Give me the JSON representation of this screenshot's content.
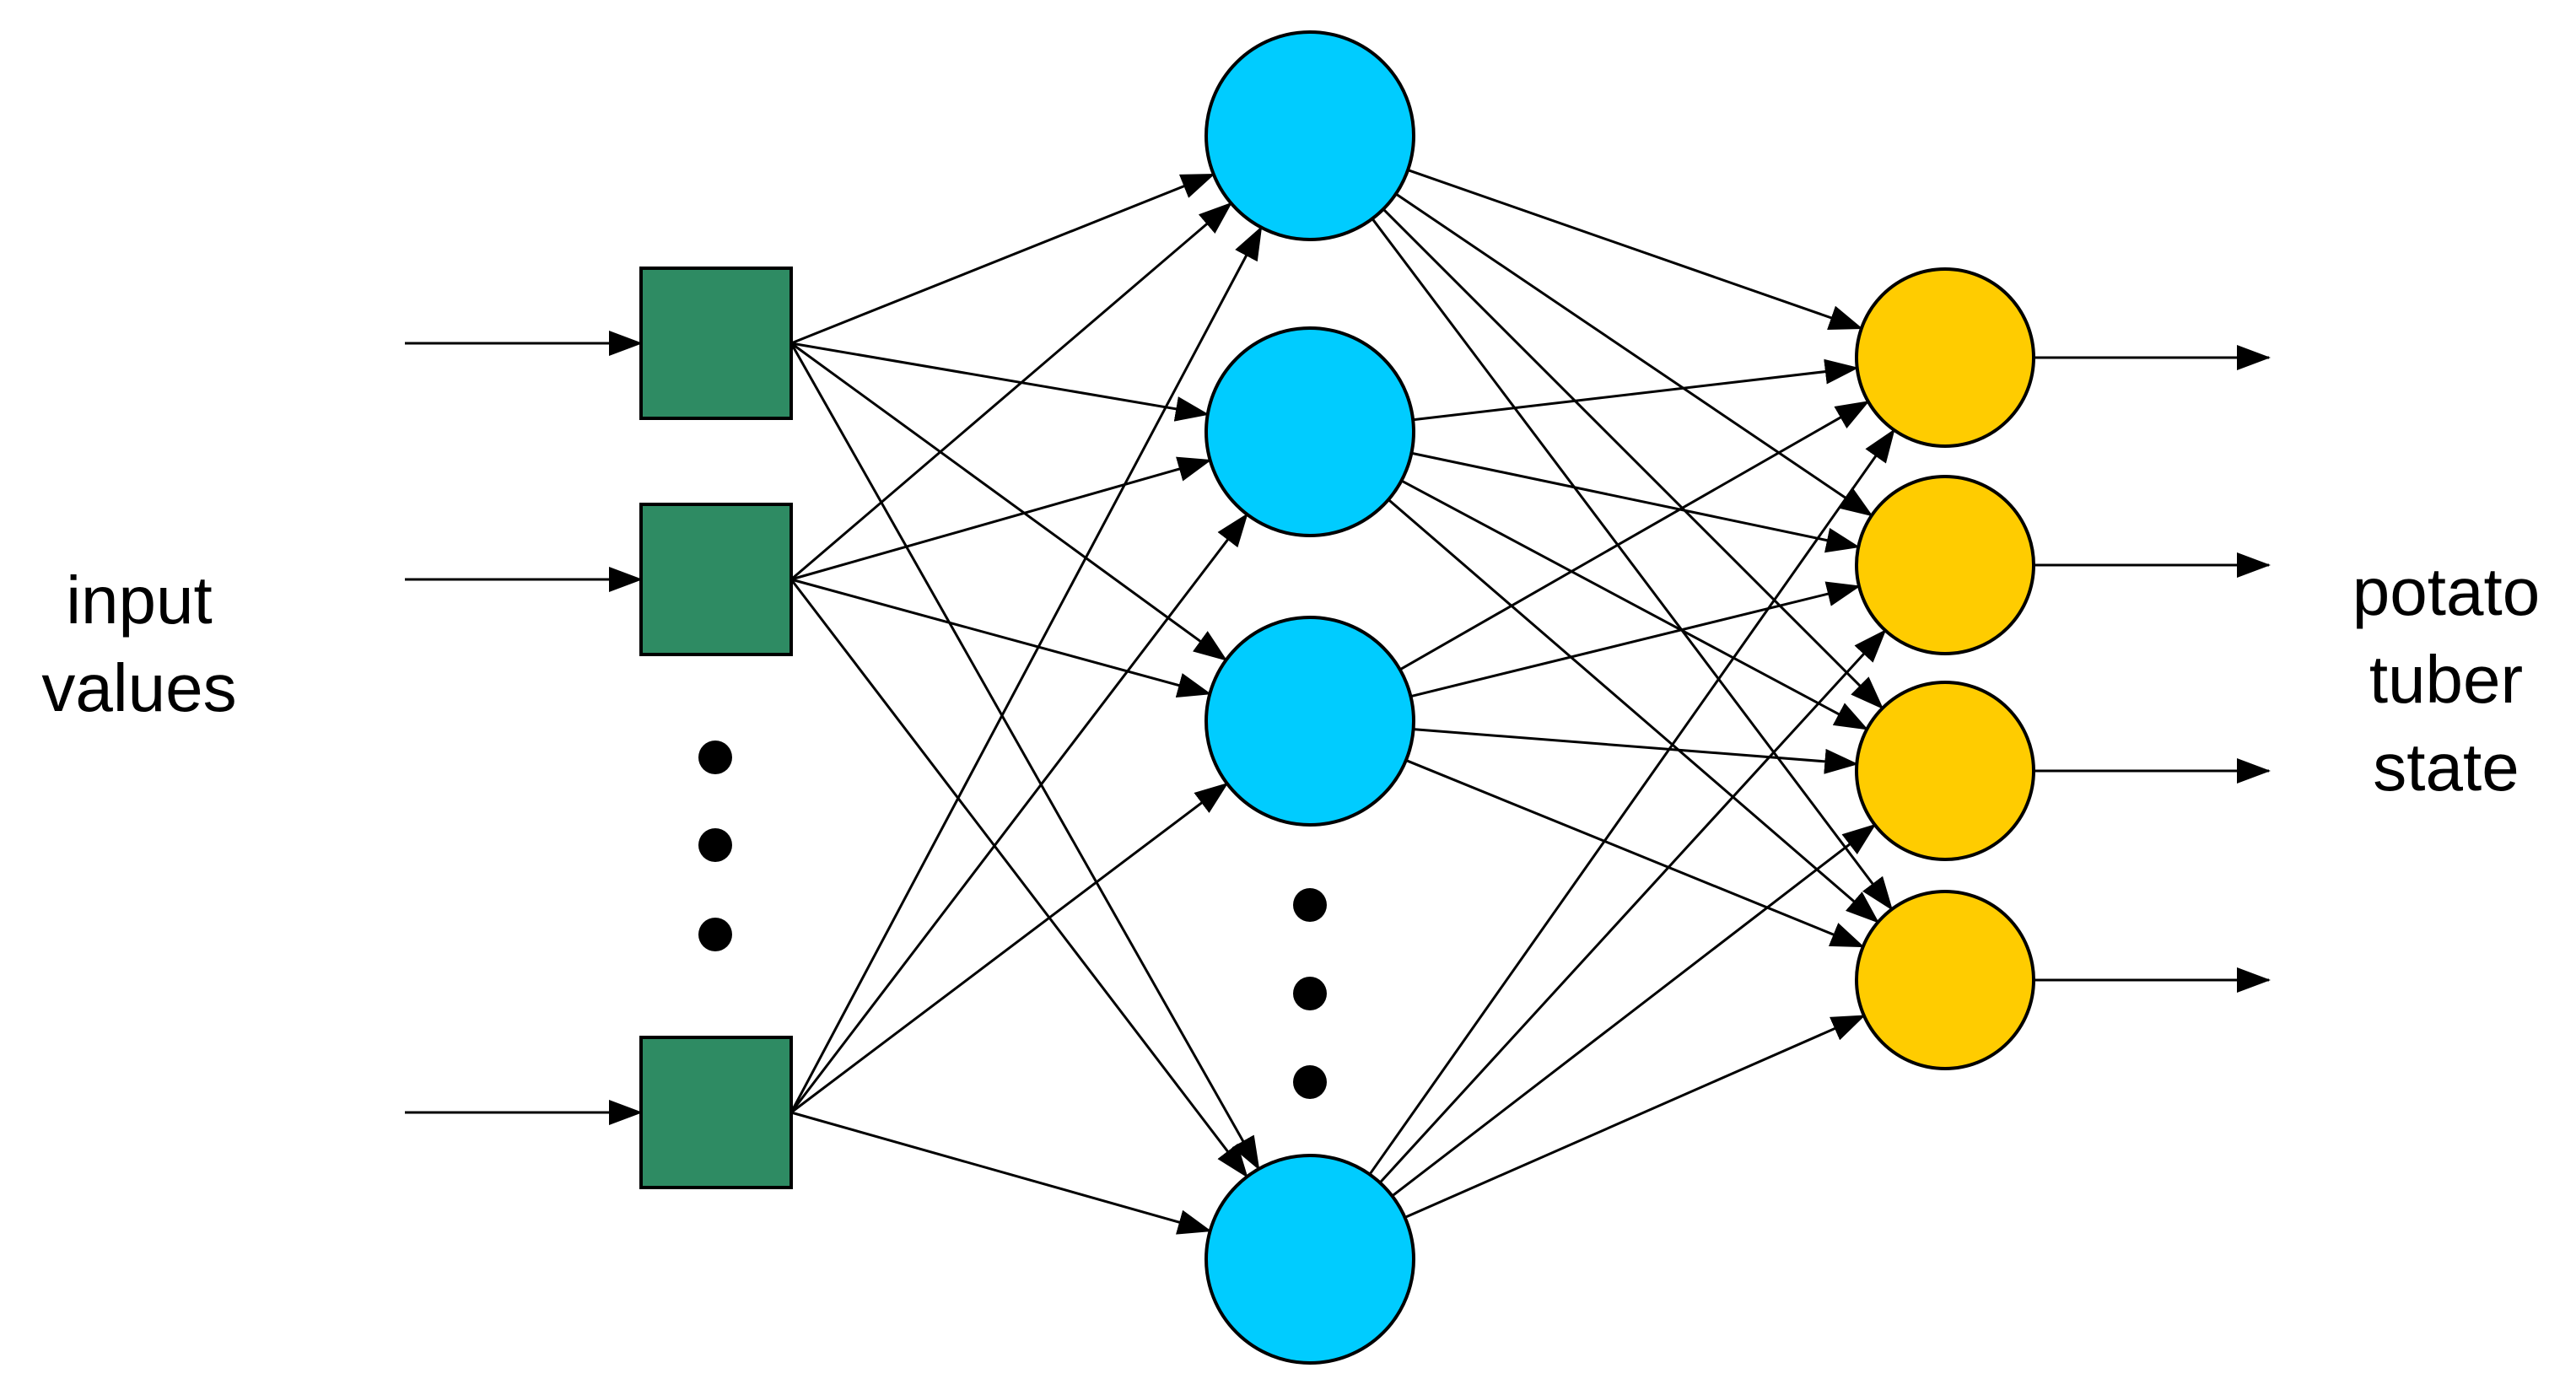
{
  "labels": {
    "input": [
      "input",
      "values"
    ],
    "output": [
      "potato",
      "tuber",
      "state"
    ]
  },
  "layers": {
    "input": {
      "shape": "square",
      "visible_nodes": 3,
      "has_ellipsis": true,
      "color": "#2E8B63"
    },
    "hidden": {
      "shape": "circle",
      "visible_nodes": 4,
      "has_ellipsis": true,
      "color": "#00CCFF"
    },
    "output": {
      "shape": "circle",
      "visible_nodes": 4,
      "has_ellipsis": false,
      "color": "#FFCC00"
    }
  },
  "connections": "fully-connected",
  "colors": {
    "stroke": "#000000",
    "background": "#FFFFFF"
  }
}
